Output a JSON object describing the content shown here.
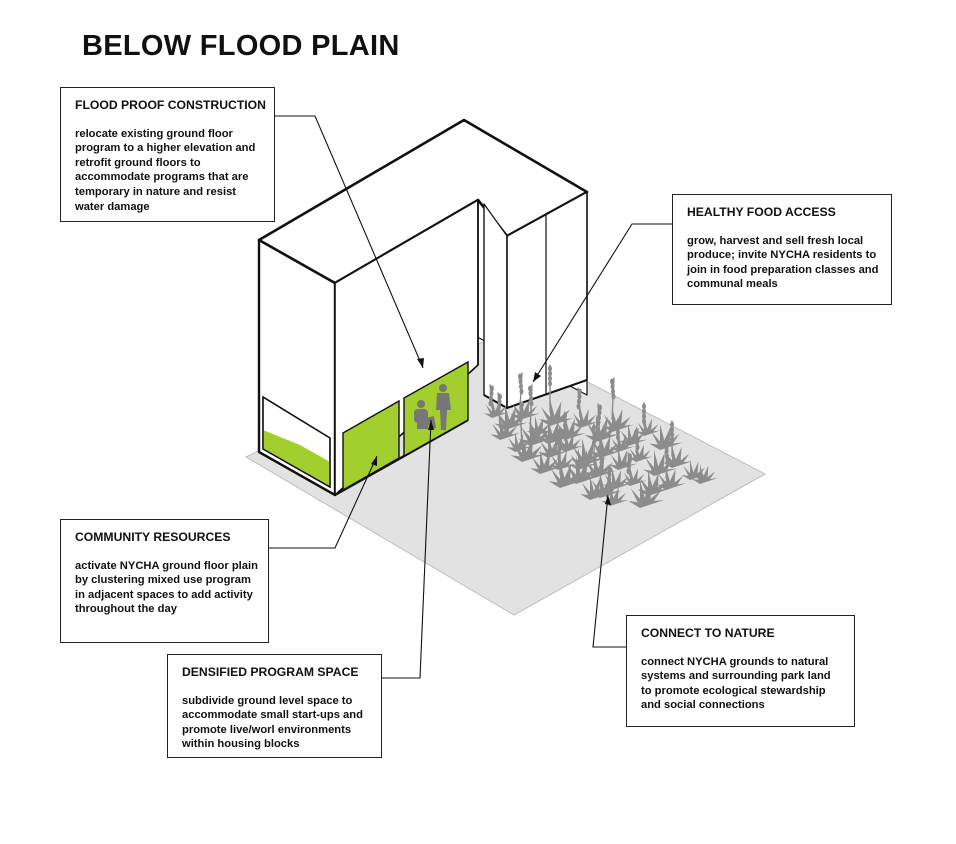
{
  "title": "BELOW FLOOD PLAIN",
  "callouts": {
    "flood_proof": {
      "heading": "FLOOD PROOF CONSTRUCTION",
      "body": "relocate existing ground floor program to a higher elevation and retrofit ground floors to accommodate programs that are temporary in nature and resist water damage"
    },
    "healthy_food": {
      "heading": "HEALTHY FOOD ACCESS",
      "body": "grow, harvest and sell fresh local produce; invite NYCHA residents to join in food preparation classes and communal meals"
    },
    "community": {
      "heading": "COMMUNITY RESOURCES",
      "body": "activate NYCHA ground floor plain by clustering mixed use program in adjacent spaces to add activity throughout the day"
    },
    "densified": {
      "heading": "DENSIFIED PROGRAM SPACE",
      "body": "subdivide ground level space to accommodate small start-ups and promote live/worl environments within housing blocks"
    },
    "nature": {
      "heading": "CONNECT TO NATURE",
      "body": "connect NYCHA grounds to natural systems and surrounding park land to promote ecological stewardship and social connections"
    }
  },
  "colors": {
    "program_green": "#a3cf2e",
    "ground_gray": "#e2e2e2",
    "plant_gray": "#8c8c8c",
    "line": "#111111"
  },
  "icons": {
    "plants": "grass-clump-icon",
    "people": "seated-people-icon"
  }
}
